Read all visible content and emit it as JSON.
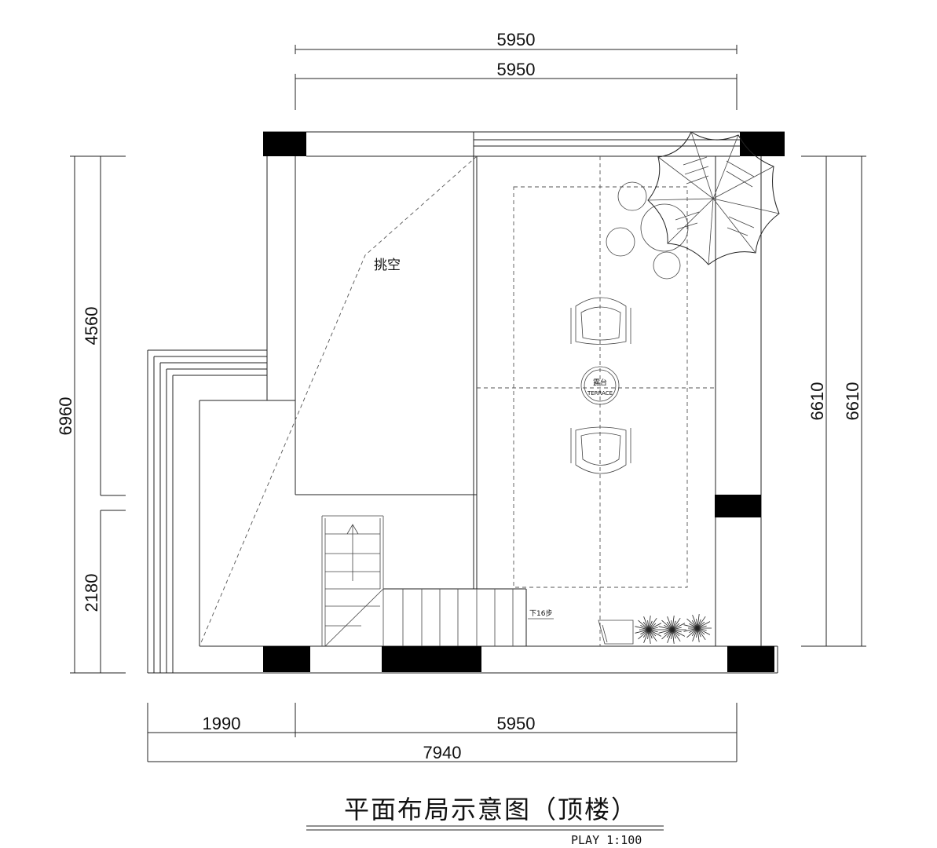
{
  "dimensions": {
    "top_outer": "5950",
    "top_inner": "5950",
    "left_outer": "6960",
    "left_upper": "4560",
    "left_lower": "2180",
    "right_inner": "6610",
    "right_outer": "6610",
    "bottom_left": "1990",
    "bottom_right": "5950",
    "bottom_total": "7940"
  },
  "labels": {
    "void": "挑空",
    "stairs_down": "下16步",
    "terrace_cn": "露台",
    "terrace_en": "TERRACE"
  },
  "title": {
    "main": "平面布局示意图（顶楼）",
    "scale": "PLAY 1:100"
  }
}
